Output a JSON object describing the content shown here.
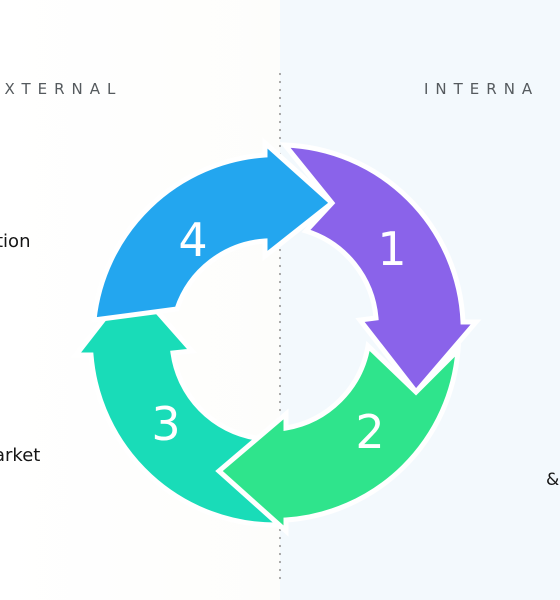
{
  "header": {
    "left_title": "EXTERNAL",
    "right_title": "INTERNA"
  },
  "labels": {
    "upper_left": "tion",
    "lower_left": "arket",
    "lower_right": "&"
  },
  "cycle": {
    "steps": [
      {
        "number": "1",
        "color": "#8a63ea"
      },
      {
        "number": "2",
        "color": "#2fe48c"
      },
      {
        "number": "3",
        "color": "#19dcb8"
      },
      {
        "number": "4",
        "color": "#23a6ef"
      }
    ]
  }
}
